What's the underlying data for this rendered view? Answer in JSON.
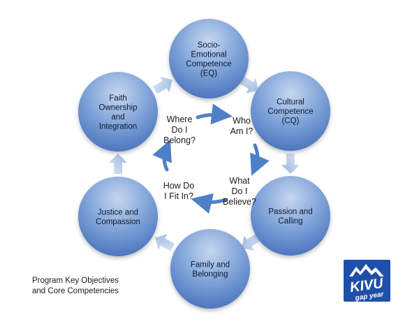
{
  "nodes": [
    {
      "id": "socio-emotional",
      "lines": [
        "Socio-",
        "Emotional",
        "Competence",
        "(EQ)"
      ]
    },
    {
      "id": "cultural",
      "lines": [
        "Cultural",
        "Competence",
        "(CQ)"
      ]
    },
    {
      "id": "passion",
      "lines": [
        "Passion and",
        "Calling"
      ]
    },
    {
      "id": "family",
      "lines": [
        "Family and",
        "Belonging"
      ]
    },
    {
      "id": "justice",
      "lines": [
        "Justice and",
        "Compassion"
      ]
    },
    {
      "id": "faith",
      "lines": [
        "Faith",
        "Ownership",
        "and",
        "Integration"
      ]
    }
  ],
  "questions": [
    {
      "id": "where",
      "lines": [
        "Where",
        "Do I",
        "Belong?"
      ]
    },
    {
      "id": "who",
      "lines": [
        "Who",
        "Am I?"
      ]
    },
    {
      "id": "what",
      "lines": [
        "What",
        "Do I",
        "Believe?"
      ]
    },
    {
      "id": "how",
      "lines": [
        "How Do",
        "I Fit In?"
      ]
    }
  ],
  "caption": {
    "line1": "Program Key Objectives",
    "line2": "and Core Competencies"
  },
  "logo": {
    "brand": "KIVU",
    "tagline": "gap year",
    "color": "#1f4fa8"
  },
  "colors": {
    "node_light": "#c6d7ef",
    "node_mid": "#7ea2d8",
    "node_dark": "#4d77be",
    "arrow_light": "#dbe6f5",
    "arrow_dark": "#9ab6e0",
    "inner_arrow": "#4f7fc6"
  }
}
